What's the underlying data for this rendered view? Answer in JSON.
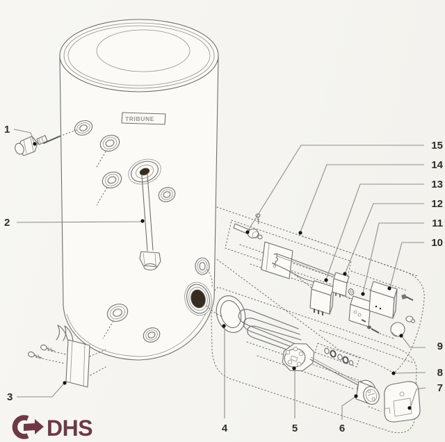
{
  "canvas": {
    "background": "#f6f5f1",
    "line_color": "#6e6e6e",
    "label_color": "#2d2d2d",
    "dot_color": "#141414"
  },
  "cylinder": {
    "plate_text": "TRIBUNE"
  },
  "callouts": [
    {
      "label": "1"
    },
    {
      "label": "2"
    },
    {
      "label": "3"
    },
    {
      "label": "4"
    },
    {
      "label": "5"
    },
    {
      "label": "6"
    },
    {
      "label": "7"
    },
    {
      "label": "8"
    },
    {
      "label": "9"
    },
    {
      "label": "10"
    },
    {
      "label": "11"
    },
    {
      "label": "12"
    },
    {
      "label": "13"
    },
    {
      "label": "14"
    },
    {
      "label": "15"
    }
  ],
  "logo": {
    "text": "DHS",
    "color": "#6d3944"
  }
}
